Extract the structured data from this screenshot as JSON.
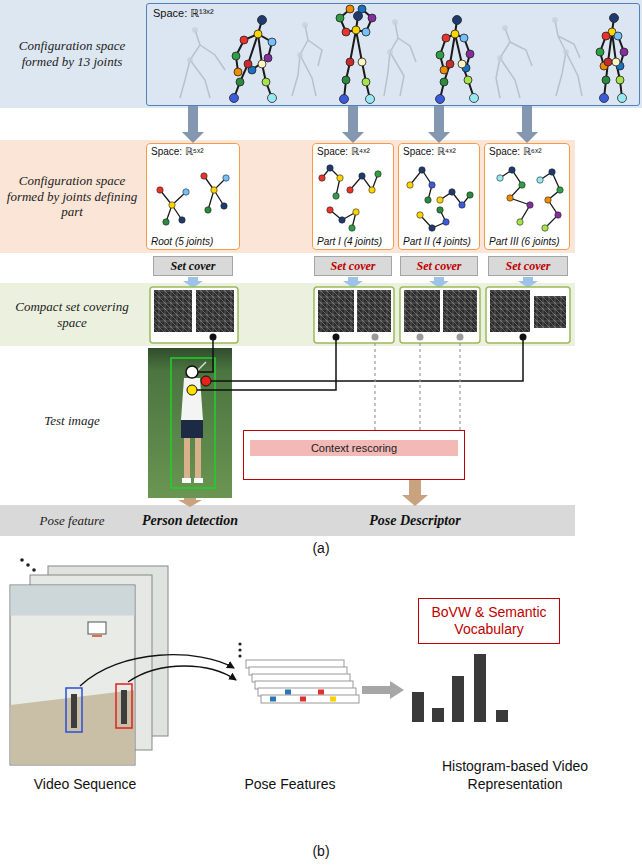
{
  "diagram": {
    "nodes": [
      {
        "text": [
          "Configuration space formed by 13 joints"
        ]
      },
      {
        "text": [
          "Space: ℝ¹³ˣ²"
        ],
        "in": 0
      },
      {
        "text": [
          "Configuration space formed by joints defining part"
        ]
      },
      {
        "text": [
          "Space: ℝ⁵ˣ²",
          "Root (5 joints)"
        ],
        "in": 2
      },
      {
        "text": [
          "Space: ℝ⁴ˣ²",
          "Part I (4 joints)"
        ],
        "in": 2
      },
      {
        "text": [
          "Space: ℝ⁴ˣ²",
          "Part II (4 joints)"
        ],
        "in": 2
      },
      {
        "text": [
          "Space: ℝ⁶ˣ²",
          "Part III (6 joints)"
        ],
        "in": 2
      },
      {
        "text": [
          "Set cover"
        ]
      },
      {
        "text": [
          "Set cover"
        ]
      },
      {
        "text": [
          "Set cover"
        ]
      },
      {
        "text": [
          "Set cover"
        ]
      },
      {
        "text": [
          "Compact set covering space"
        ]
      },
      {
        "text": [
          "Context rescoring"
        ]
      },
      {
        "text": [
          "Pose feature"
        ]
      },
      {
        "text": [
          "Person detection"
        ],
        "in": 13
      },
      {
        "text": [
          "Pose Descriptor"
        ],
        "in": 13
      },
      {
        "text": [
          "BoVW & Semantic Vocabulary"
        ]
      }
    ],
    "edges": [
      {
        "from": 1,
        "to": 3,
        "arrow": "to"
      },
      {
        "from": 1,
        "to": 4,
        "arrow": "to"
      },
      {
        "from": 1,
        "to": 5,
        "arrow": "to"
      },
      {
        "from": 1,
        "to": 6,
        "arrow": "to"
      },
      {
        "from": 12,
        "to": 15,
        "arrow": "to"
      }
    ],
    "labels": [
      "Test image",
      "(a)",
      "Video Sequence",
      "Pose Features",
      "Histogram-based Video Representation",
      "(b)"
    ]
  }
}
